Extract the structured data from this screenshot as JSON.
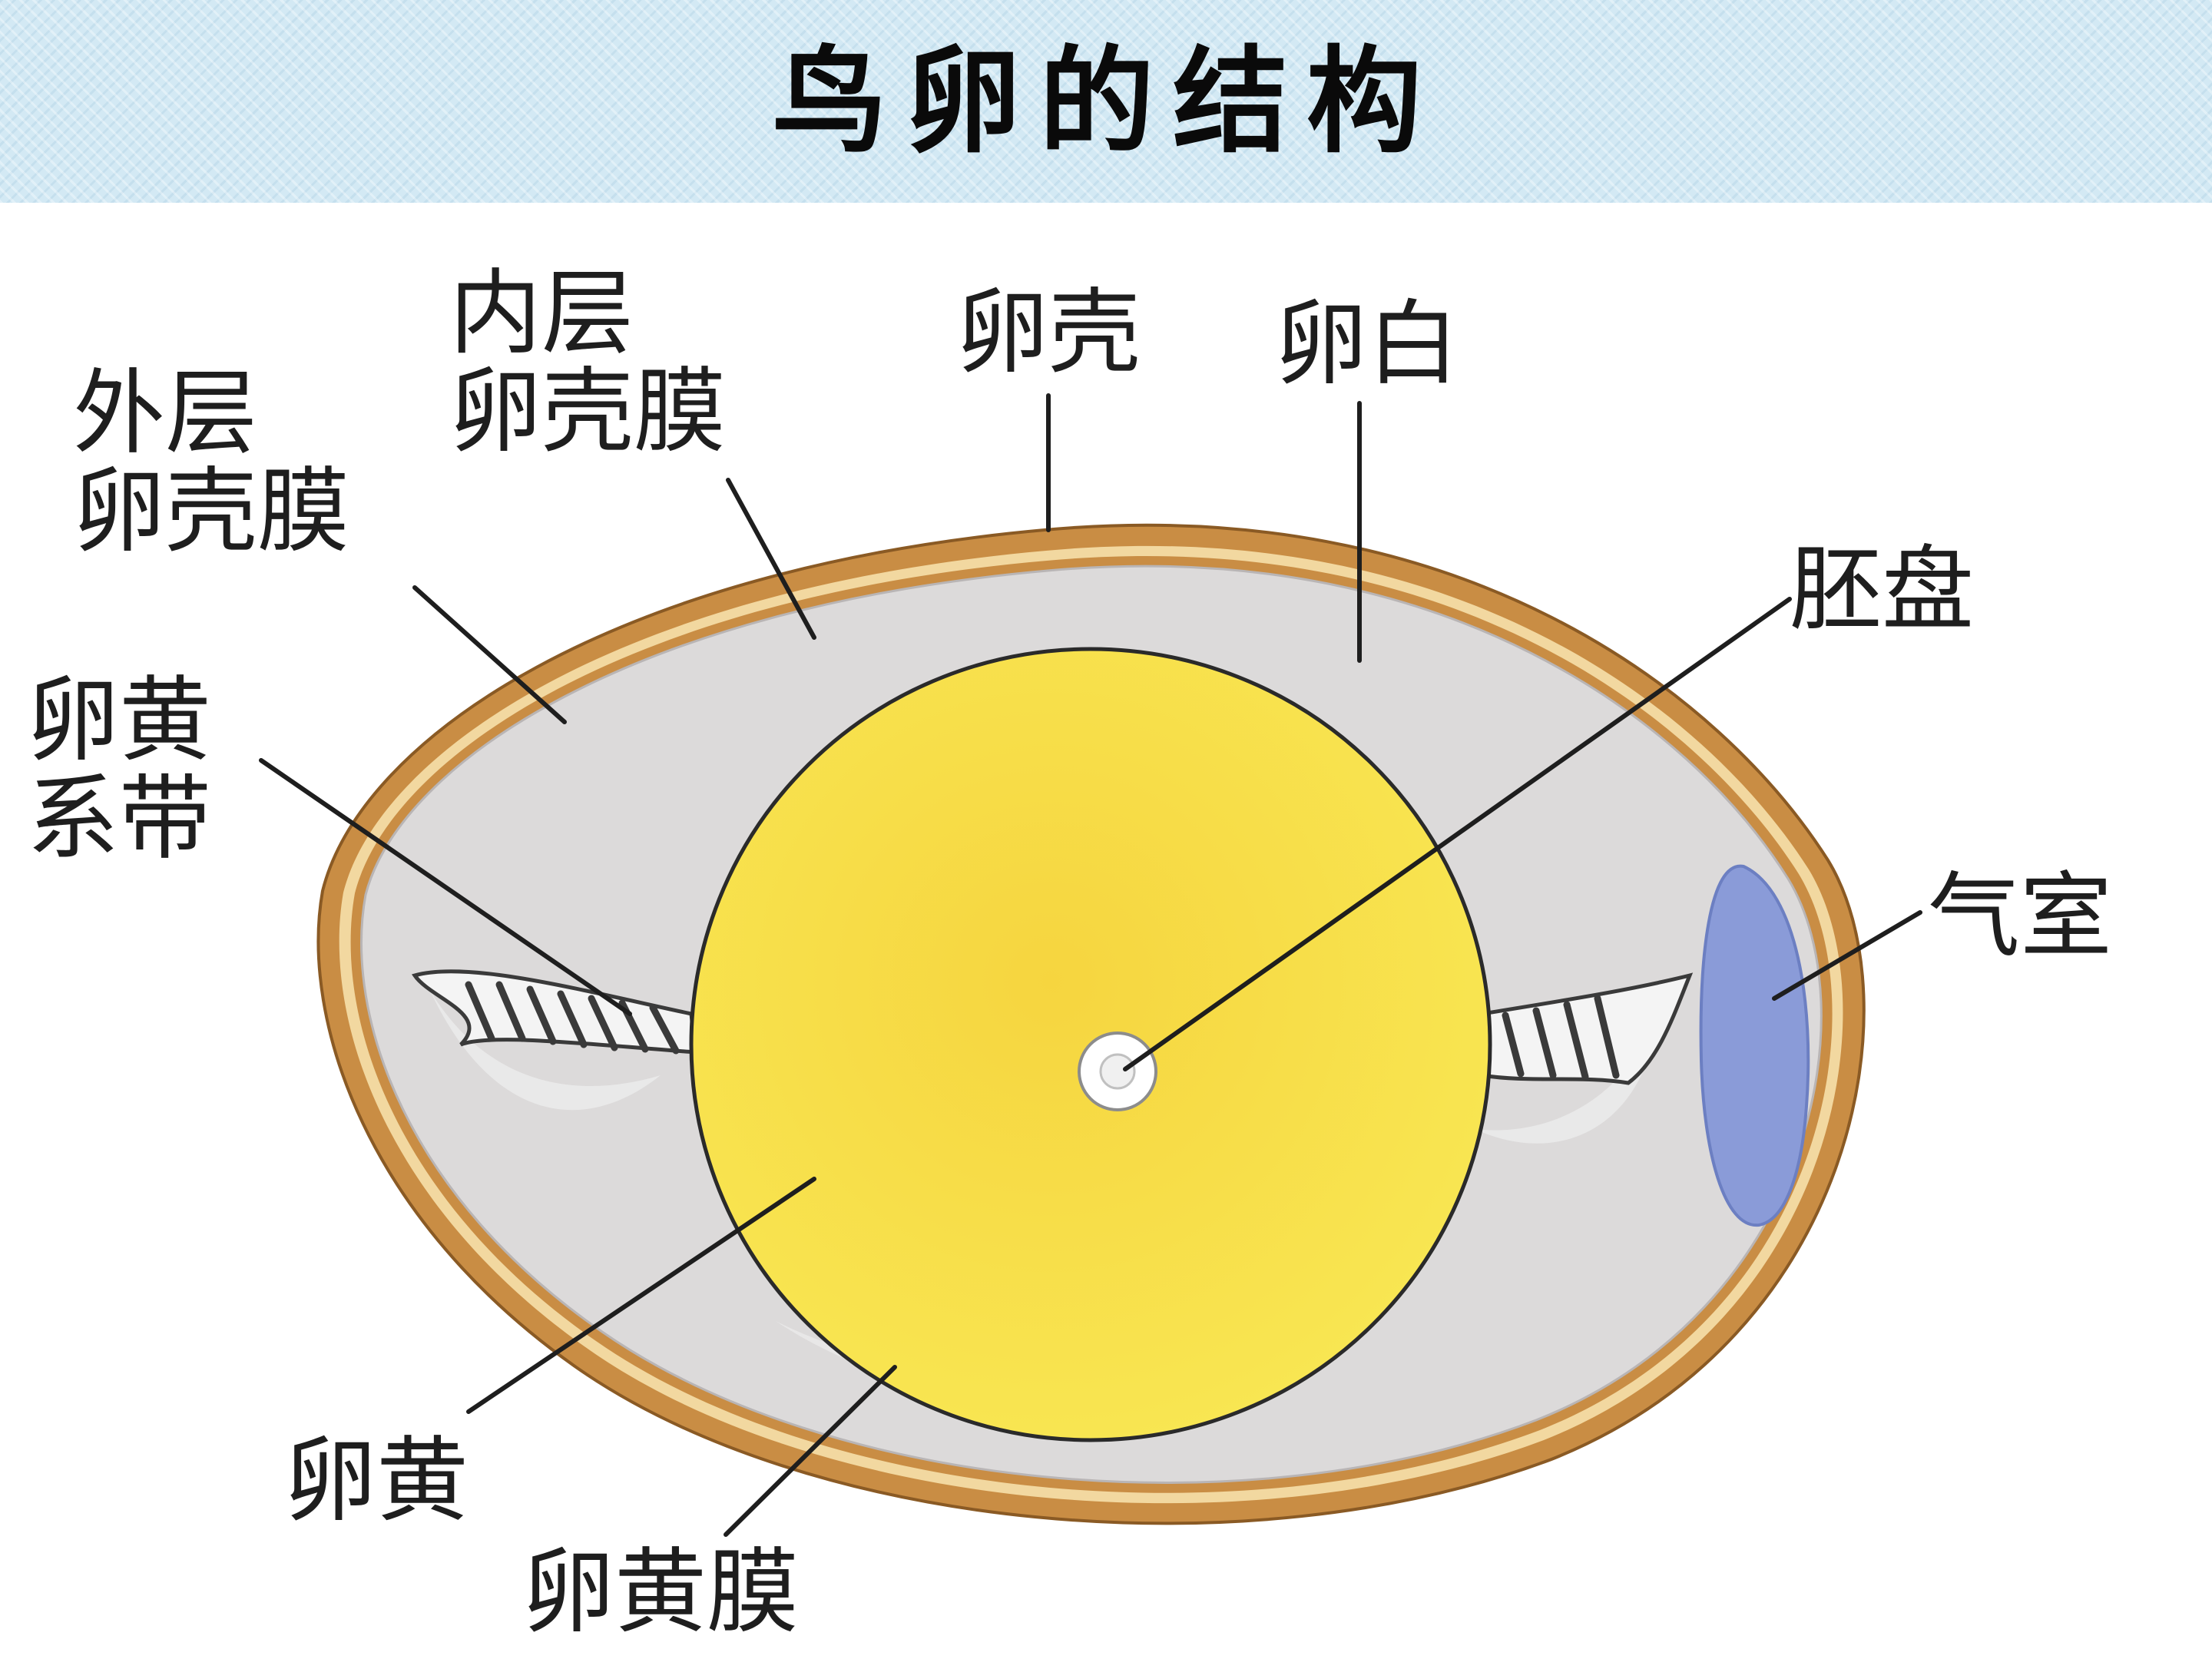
{
  "title": "鸟卵的结构",
  "colors": {
    "header_background": "#d3e9f4",
    "shell": "#c98d44",
    "albumen": "#dcdada",
    "yolk": "#f7e24a",
    "air_cell": "#8a9bd8",
    "germinal_disc": "#ffffff",
    "leader_lines": "#1e1e1e"
  },
  "labels": {
    "inner_membrane": [
      "内层",
      "卵壳膜"
    ],
    "outer_membrane": [
      "外层",
      "卵壳膜"
    ],
    "shell": "卵壳",
    "albumen": "卵白",
    "germinal_disc": "胚盘",
    "chalaza": [
      "卵黄",
      "系带"
    ],
    "air_cell": "气室",
    "yolk": "卵黄",
    "yolk_membrane": "卵黄膜"
  }
}
